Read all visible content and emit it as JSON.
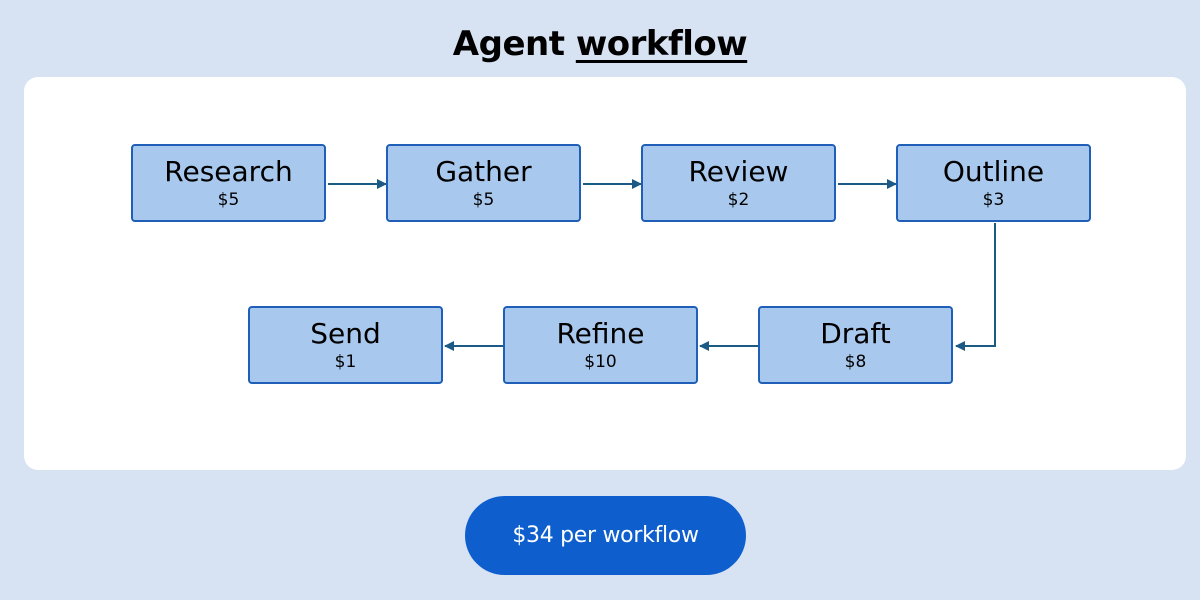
{
  "title": {
    "plain": "Agent",
    "emphasis": "workflow"
  },
  "steps": [
    {
      "name": "Research",
      "cost": "$5"
    },
    {
      "name": "Gather",
      "cost": "$5"
    },
    {
      "name": "Review",
      "cost": "$2"
    },
    {
      "name": "Outline",
      "cost": "$3"
    },
    {
      "name": "Draft",
      "cost": "$8"
    },
    {
      "name": "Refine",
      "cost": "$10"
    },
    {
      "name": "Send",
      "cost": "$1"
    }
  ],
  "connections": [
    {
      "from": "Research",
      "to": "Gather"
    },
    {
      "from": "Gather",
      "to": "Review"
    },
    {
      "from": "Review",
      "to": "Outline"
    },
    {
      "from": "Outline",
      "to": "Draft"
    },
    {
      "from": "Draft",
      "to": "Refine"
    },
    {
      "from": "Refine",
      "to": "Send"
    }
  ],
  "total": {
    "label": "$34 per workflow"
  },
  "colors": {
    "background": "#d7e3f2",
    "panel": "#ffffff",
    "node_fill": "#a8c8ee",
    "node_border": "#1f5fb8",
    "arrow": "#1c5a86",
    "pill": "#0e5fcd"
  }
}
